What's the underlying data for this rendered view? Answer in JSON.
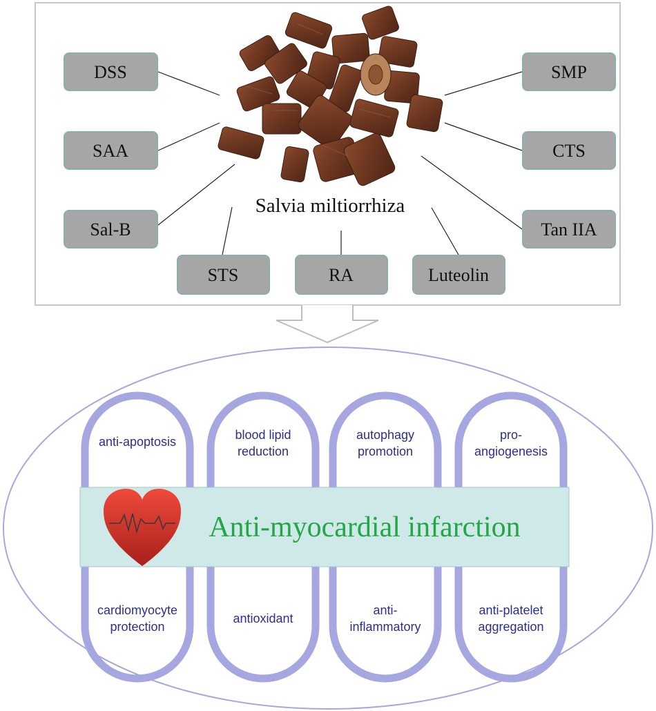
{
  "title": "Salvia miltiorrhiza",
  "compounds": {
    "dss": "DSS",
    "saa": "SAA",
    "salb": "Sal-B",
    "sts": "STS",
    "ra": "RA",
    "luteolin": "Luteolin",
    "smp": "SMP",
    "cts": "CTS",
    "tan": "Tan IIA"
  },
  "effects_top": {
    "e1": [
      "anti-apoptosis"
    ],
    "e2": [
      "blood lipid",
      "reduction"
    ],
    "e3": [
      "autophagy",
      "promotion"
    ],
    "e4": [
      "pro-",
      "angiogenesis"
    ]
  },
  "effects_bottom": {
    "e5": [
      "cardiomyocyte",
      "protection"
    ],
    "e6": [
      "antioxidant"
    ],
    "e7": [
      "anti-",
      "inflammatory"
    ],
    "e8": [
      "anti-platelet",
      "aggregation"
    ]
  },
  "banner": "Anti-myocardial infarction",
  "colors": {
    "box_fill": "#a6a6a6",
    "box_stroke": "#8aaeb0",
    "pill_stroke": "#a6a6e0",
    "effect_text": "#2e2e8c",
    "banner_fill": "#cfe8e8",
    "banner_text": "#22a646",
    "heart": "#e0312f",
    "root": "#6e3b22"
  }
}
